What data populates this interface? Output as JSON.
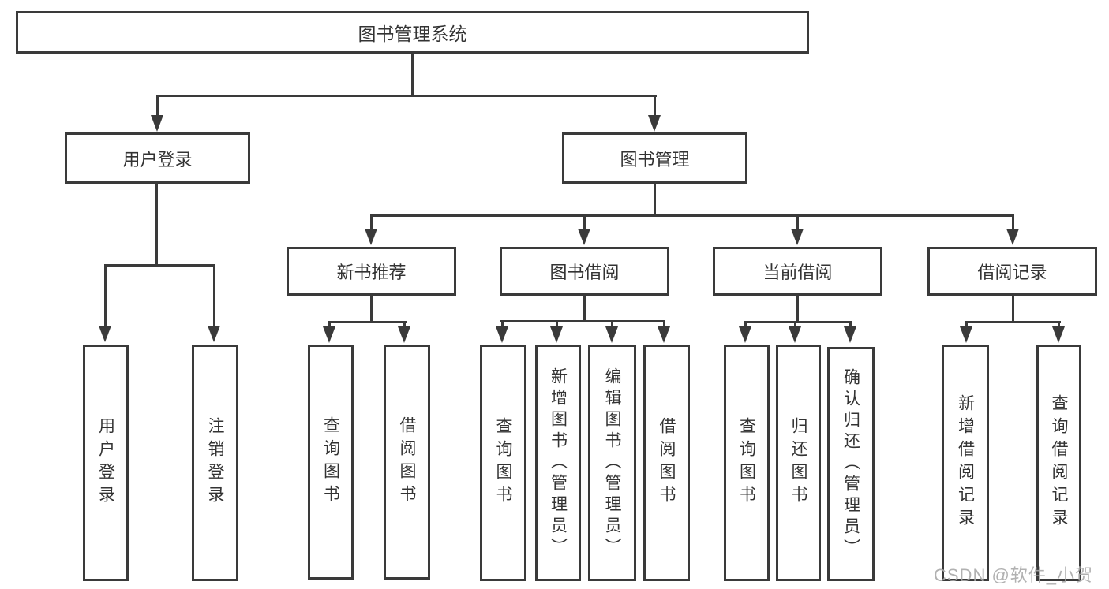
{
  "colors": {
    "line": "#3a3a3a",
    "text": "#333333",
    "watermark": "#a9a9a9",
    "background": "#ffffff"
  },
  "watermark": "CSDN @软件_小贺同学",
  "nodes": {
    "root": "图书管理系统",
    "user_login": "用户登录",
    "book_management": "图书管理",
    "user_login_children": [
      "用户登录",
      "注销登录"
    ],
    "new_book_recommend": "新书推荐",
    "new_book_recommend_children": [
      "查询图书",
      "借阅图书"
    ],
    "book_borrow": "图书借阅",
    "book_borrow_children": [
      "查询图书",
      "新增图书（管理员）",
      "编辑图书（管理员）",
      "借阅图书"
    ],
    "current_borrow": "当前借阅",
    "current_borrow_children": [
      "查询图书",
      "归还图书",
      "确认归还（管理员）"
    ],
    "borrow_records": "借阅记录",
    "borrow_records_children": [
      "新增借阅记录",
      "查询借阅记录"
    ]
  }
}
